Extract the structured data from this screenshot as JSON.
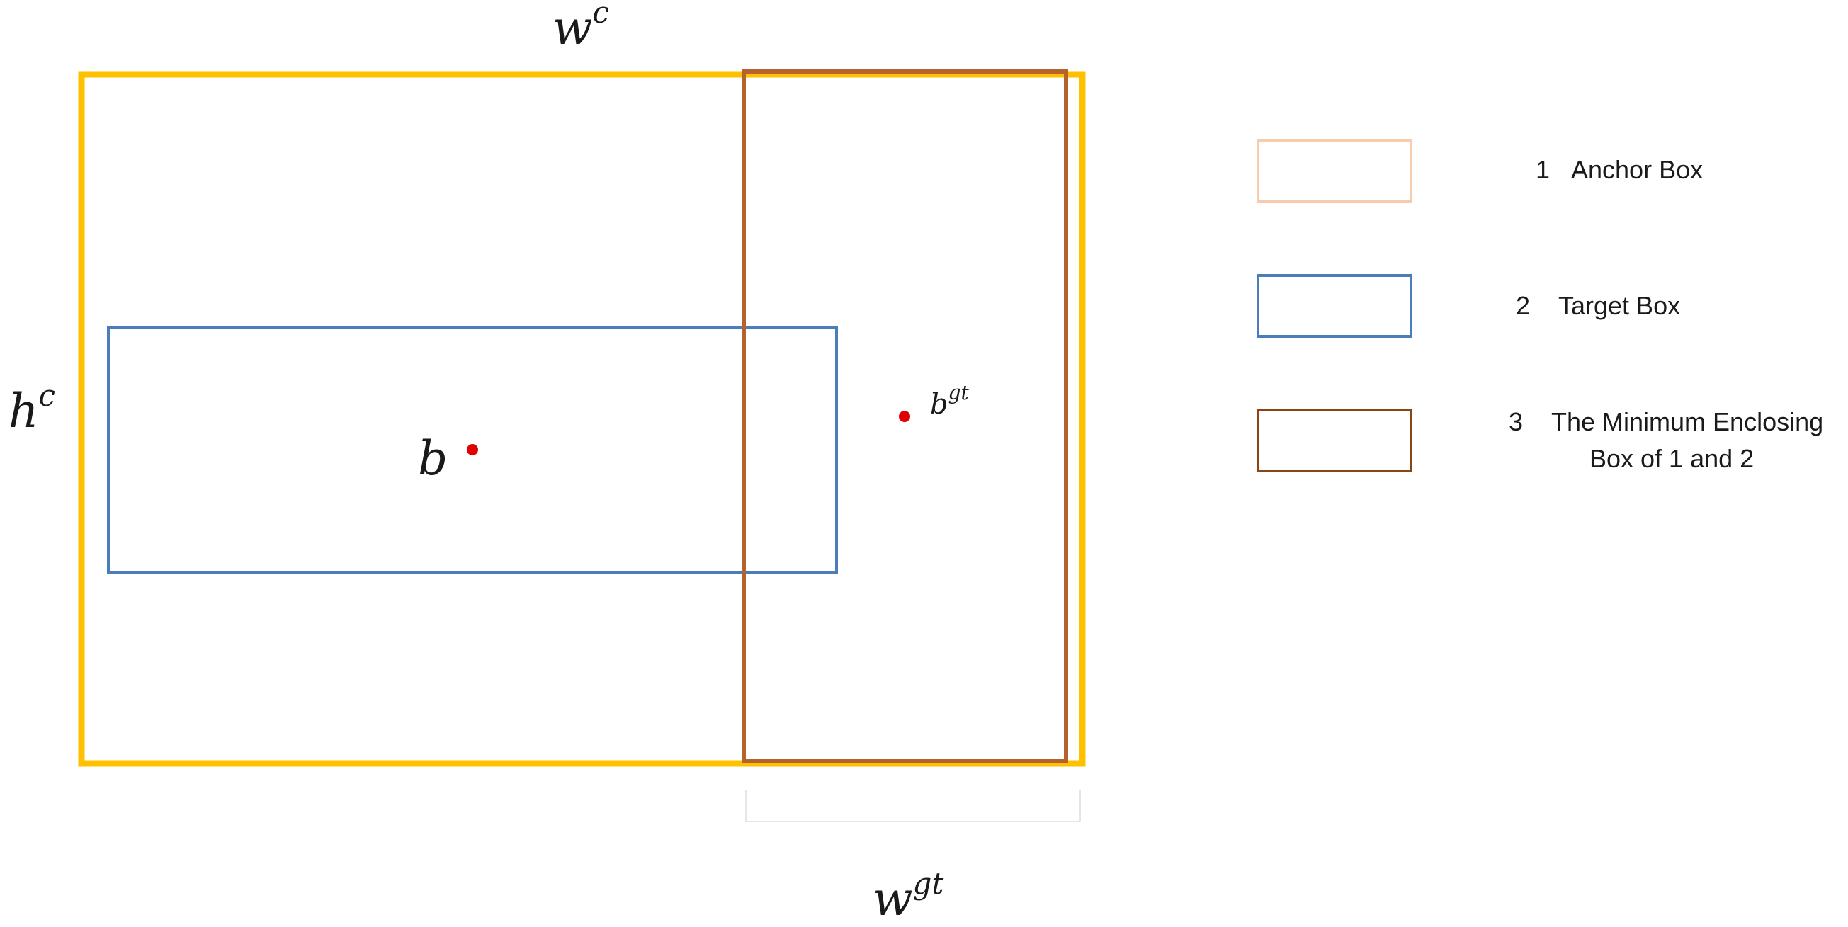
{
  "figure": {
    "labels": {
      "width_enclosing": {
        "base": "w",
        "sup": "c"
      },
      "height_enclosing": {
        "base": "h",
        "sup": "c"
      },
      "width_target": {
        "base": "w",
        "sup": "gt"
      },
      "center_anchor": {
        "base": "b",
        "sup": ""
      },
      "center_target": {
        "base": "b",
        "sup": "gt"
      }
    },
    "colors": {
      "enclosing_box": "#FFC000",
      "target_box": "#4A7EBB",
      "anchor_box": "#F8CBAD",
      "min_enclosing_box": "#8B4513",
      "center_point": "#E00000",
      "bracket": "#E6E6E6"
    }
  },
  "legend": [
    {
      "number": "1",
      "label": "Anchor Box",
      "label_line2": "",
      "color_key": "anchor_box"
    },
    {
      "number": "2",
      "label": "Target Box",
      "label_line2": "",
      "color_key": "target_box"
    },
    {
      "number": "3",
      "label": "The Minimum Enclosing",
      "label_line2": "Box of 1 and 2",
      "color_key": "min_enclosing_box"
    }
  ]
}
